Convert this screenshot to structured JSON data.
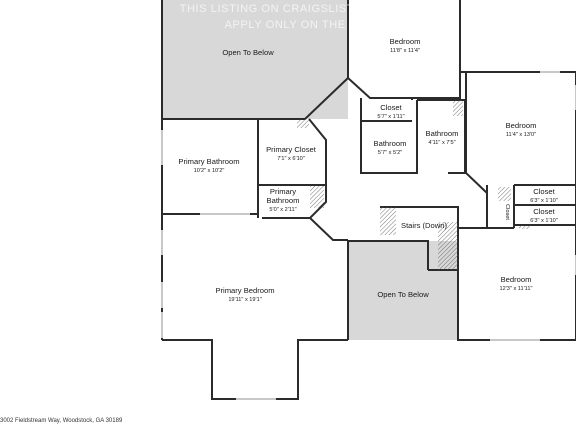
{
  "watermark": {
    "line1": "THIS LISTING ON CRAIGSLIST OR FACEBOOK",
    "line2": "APPLY ONLY ON THE WEBSITE NOW"
  },
  "rooms": {
    "open_to_below_top": {
      "name": "Open To Below"
    },
    "bedroom_top": {
      "name": "Bedroom",
      "dims": "11'8\" x 11'4\""
    },
    "closet_top": {
      "name": "Closet",
      "dims": "5'7\" x 1'11\""
    },
    "bathroom_small": {
      "name": "Bathroom",
      "dims": "5'7\" x 5'2\""
    },
    "bathroom_mid": {
      "name": "Bathroom",
      "dims": "4'11\" x 7'5\""
    },
    "bedroom_right": {
      "name": "Bedroom",
      "dims": "11'4\" x 13'0\""
    },
    "primary_bathroom": {
      "name": "Primary Bathroom",
      "dims": "10'2\" x 10'2\""
    },
    "primary_closet": {
      "name": "Primary Closet",
      "dims": "7'1\" x 6'10\""
    },
    "primary_bathroom_small_line1": {
      "name": "Primary"
    },
    "primary_bathroom_small_line2": {
      "name": "Bathroom",
      "dims": "5'0\" x 2'11\""
    },
    "closet_right_a": {
      "name": "Closet",
      "dims": "6'3\" x 1'10\""
    },
    "closet_right_b": {
      "name": "Closet",
      "dims": "6'3\" x 1'10\""
    },
    "closet_vertical": {
      "name": "Closet"
    },
    "stairs": {
      "name": "Stairs (Down)"
    },
    "primary_bedroom": {
      "name": "Primary Bedroom",
      "dims": "19'11\" x 19'1\""
    },
    "open_to_below_bottom": {
      "name": "Open To Below"
    },
    "bedroom_bottom": {
      "name": "Bedroom",
      "dims": "12'3\" x 11'11\""
    }
  },
  "address": "3002 Fieldstream Way, Woodstock, GA 30189",
  "colors": {
    "wall": "#2b2b2b",
    "open_to_below": "#d8d8d8",
    "floor": "#ffffff",
    "window": "#c8c8c8"
  }
}
